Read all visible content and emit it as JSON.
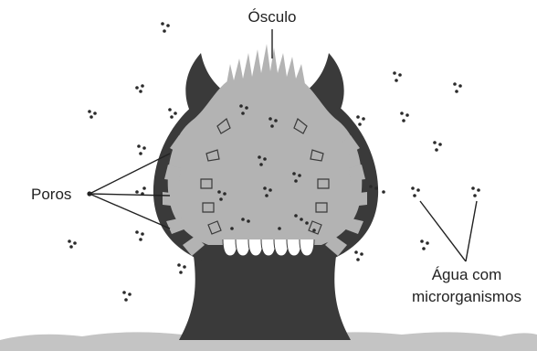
{
  "labels": {
    "osculo": "Ósculo",
    "poros": "Poros",
    "agua_line1": "Água com",
    "agua_line2": "microrganismos"
  },
  "colors": {
    "dark_wall": "#3a3a3a",
    "cavity": "#b3b3b3",
    "ground": "#c4c4c4",
    "background": "#ffffff",
    "text": "#222222"
  }
}
